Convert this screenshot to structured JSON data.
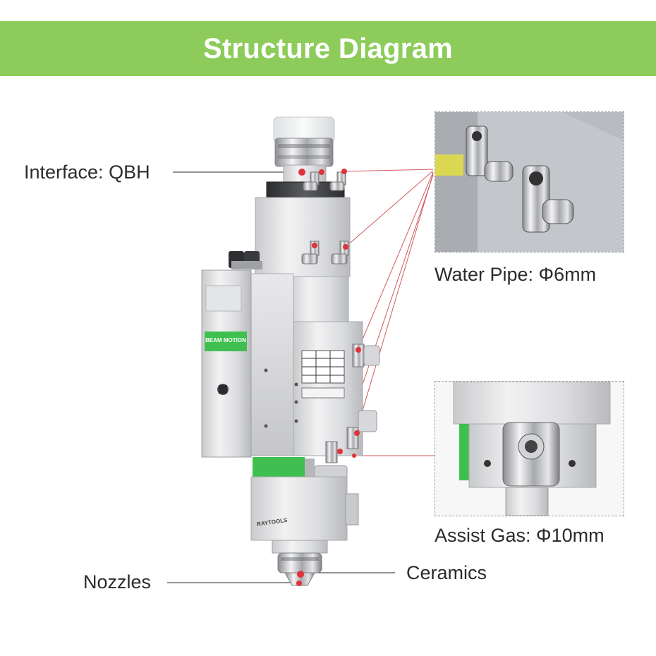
{
  "banner": {
    "title": "Structure Diagram"
  },
  "labels": {
    "interface": "Interface: QBH",
    "water_pipe": "Water Pipe: Φ6mm",
    "assist_gas": "Assist Gas: Φ10mm",
    "nozzles": "Nozzles",
    "ceramics": "Ceramics"
  },
  "device": {
    "side_label": "BEAM MOTION",
    "brand": "RAYTOOLS"
  },
  "colors": {
    "banner": "#8dcc5a",
    "accent_green": "#3fbf4f",
    "marker_red": "#e0323a"
  }
}
